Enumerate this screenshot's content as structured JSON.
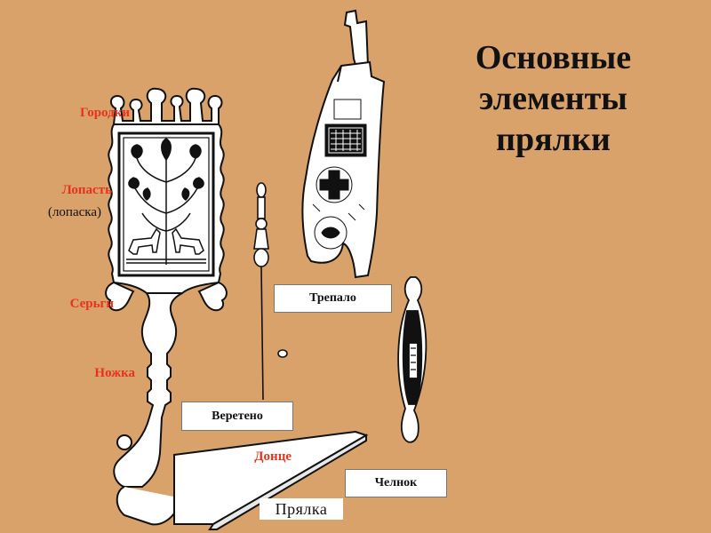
{
  "title": {
    "line1": "Основные",
    "line2": "элементы",
    "line3": "прялки"
  },
  "labels": {
    "gorodki": "Городки",
    "lopast": "Лопасть",
    "lopaska": "(лопаска)",
    "sergi": "Серьги",
    "nozhka": "Ножка",
    "donce": "Донце"
  },
  "boxes": {
    "trepalo": "Трепало",
    "vereteno": "Веретено",
    "chelnok": "Челнок",
    "pryalka": "Прялка"
  },
  "colors": {
    "background": "#d9a26b",
    "label_accent": "#e8321e",
    "ink": "#111111"
  }
}
